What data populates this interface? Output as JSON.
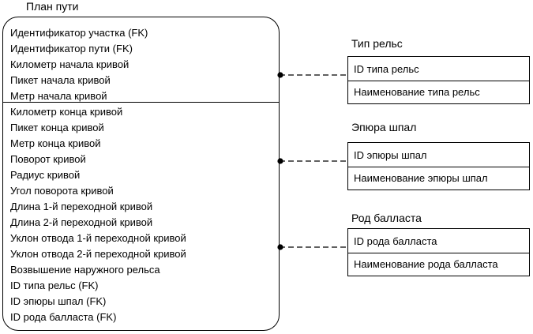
{
  "main_entity": {
    "title": "План пути",
    "key_attributes": [
      "Идентификатор участка (FK)",
      "Идентификатор пути (FK)",
      "Километр начала кривой",
      "Пикет начала кривой",
      "Метр начала кривой"
    ],
    "attributes": [
      "Километр конца кривой",
      "Пикет конца кривой",
      "Метр конца кривой",
      "Поворот кривой",
      "Радиус кривой",
      "Угол поворота кривой",
      "Длина 1-й переходной кривой",
      "Длина 2-й переходной кривой",
      "Уклон отвода 1-й переходной кривой",
      "Уклон отвода 2-й переходной кривой",
      "Возвышение наружного рельса",
      "ID типа рельс (FK)",
      "ID эпюры шпал (FK)",
      "ID рода балласта (FK)"
    ]
  },
  "related_entities": [
    {
      "title": "Тип рельс",
      "key_attribute": "ID типа рельс",
      "attribute": "Наименование типа рельс"
    },
    {
      "title": "Эпюра шпал",
      "key_attribute": "ID эпюры шпал",
      "attribute": "Наименование эпюры шпал"
    },
    {
      "title": "Род балласта",
      "key_attribute": "ID рода балласта",
      "attribute": "Наименование рода балласта"
    }
  ],
  "colors": {
    "line": "#000000",
    "background": "#ffffff"
  }
}
